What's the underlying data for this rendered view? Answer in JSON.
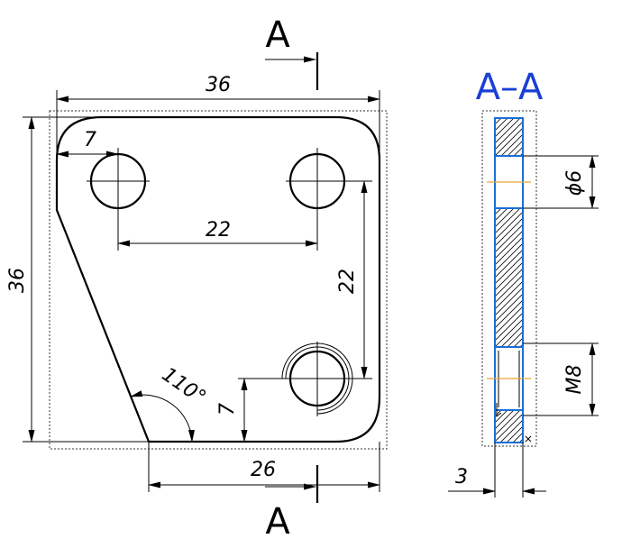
{
  "section_marker": {
    "top": "A",
    "bottom": "A"
  },
  "section_title": "A–A",
  "dimensions": {
    "overall_width": "36",
    "overall_height": "36",
    "hole_offset_left": "7",
    "hole_spacing_horizontal": "22",
    "hole_spacing_vertical": "22",
    "bottom_edge_length": "26",
    "hole_offset_bottom": "7",
    "corner_angle": "110°",
    "hole_diameter": "ϕ6",
    "thread": "M8",
    "thickness": "3"
  },
  "colors": {
    "outline": "#000000",
    "section_title": "#1a3fd6",
    "section_outline": "#1a6fd6",
    "axis_line": "#e8a33a"
  }
}
